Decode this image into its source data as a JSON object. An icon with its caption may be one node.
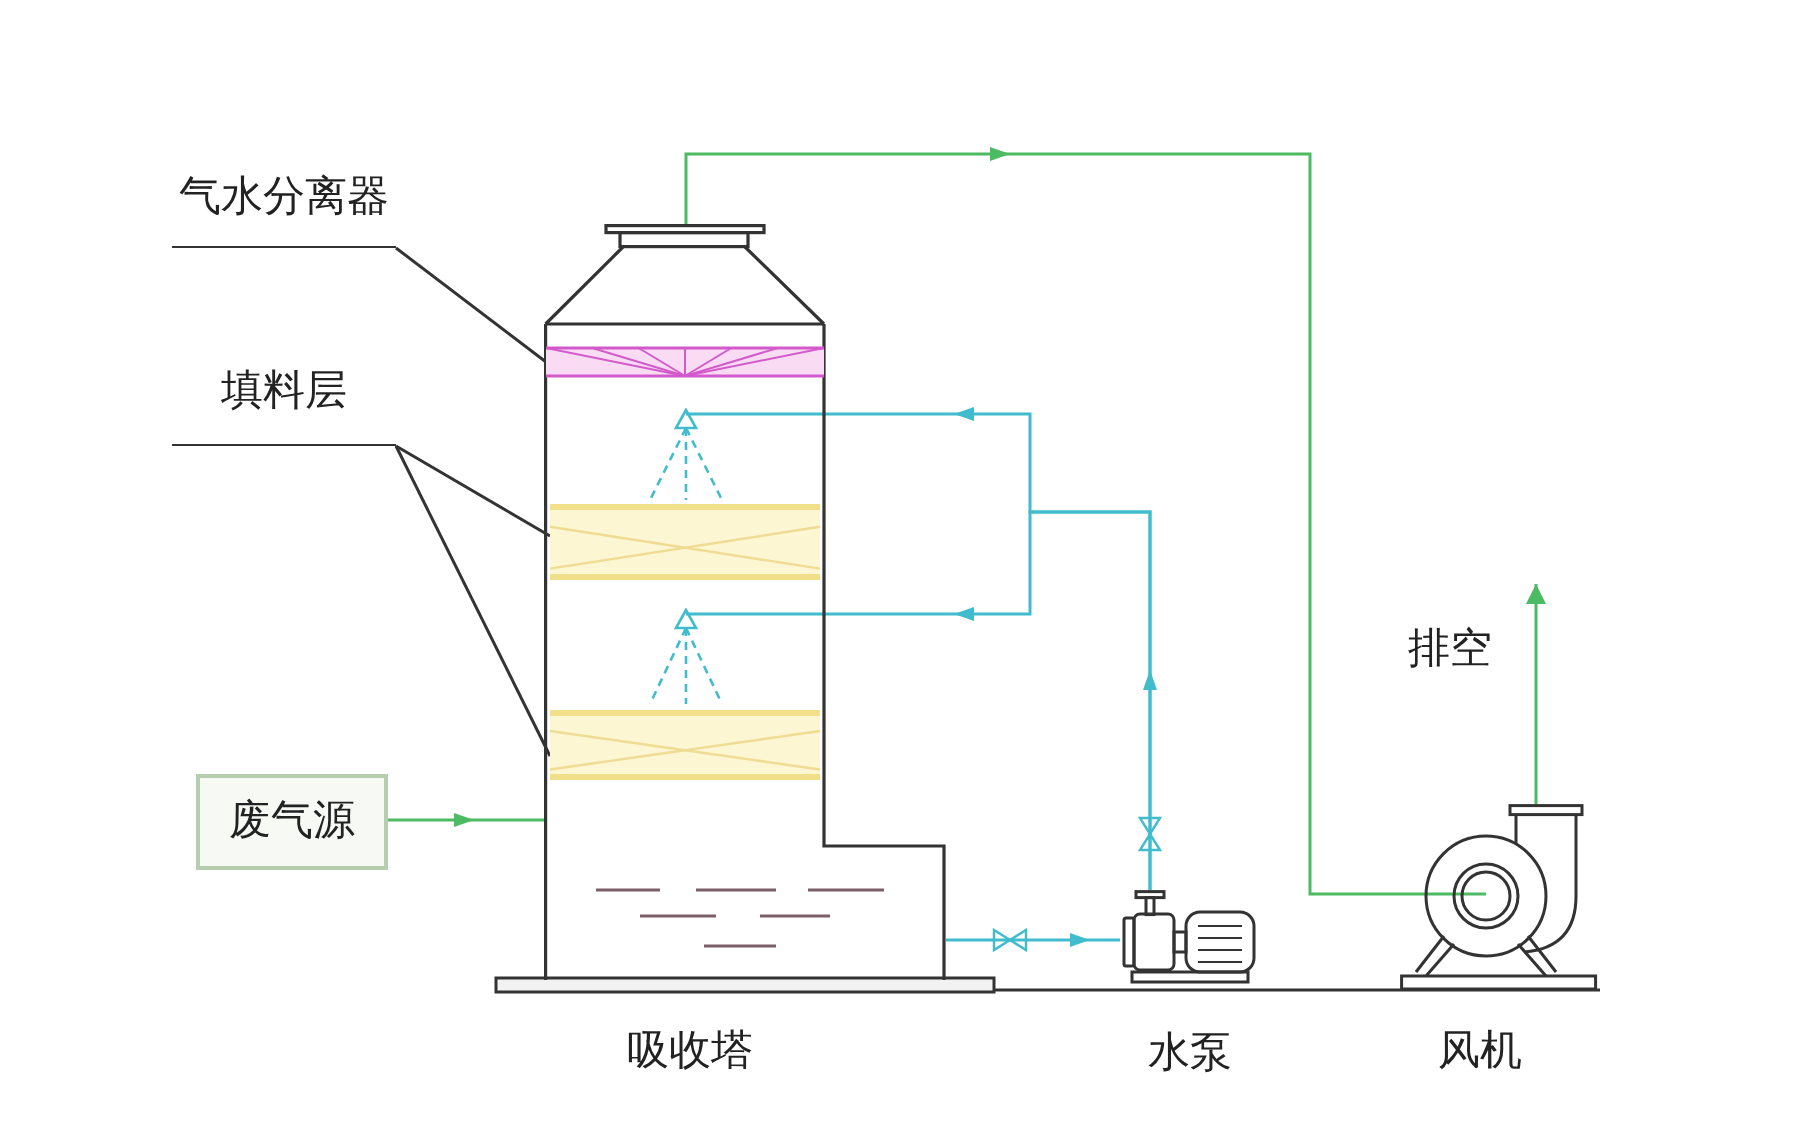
{
  "diagram": {
    "nodes": [
      {
        "text": [
          "气水分离器"
        ]
      },
      {
        "text": [
          "填料层"
        ]
      },
      {
        "text": [
          "废气源"
        ]
      },
      {
        "text": [
          "吸收塔"
        ]
      },
      {
        "text": [],
        "shape": "bar",
        "in": 3
      },
      {
        "text": [],
        "shape": "triangle",
        "in": 3
      },
      {
        "text": [],
        "shape": "bar",
        "in": 3
      },
      {
        "text": [],
        "shape": "triangle",
        "in": 3
      },
      {
        "text": [],
        "shape": "bar",
        "in": 3
      },
      {
        "text": [
          "水泵"
        ]
      },
      {
        "text": [
          "风机"
        ]
      }
    ],
    "edges": [
      {
        "from": 2,
        "to": 3,
        "arrow": "to",
        "color": "#4cbb63"
      },
      {
        "from": 3,
        "to": 10,
        "arrow": "to",
        "color": "#4cbb63"
      },
      {
        "from": 3,
        "to": 9,
        "arrow": "to",
        "color": "#41bccd"
      },
      {
        "from": 9,
        "to": 5,
        "arrow": "to",
        "color": "#41bccd"
      },
      {
        "from": 9,
        "to": 7,
        "arrow": "to",
        "color": "#41bccd"
      },
      {
        "from": 10,
        "to": null,
        "arrow": "to",
        "color": "#4cbb63",
        "label": "排空"
      },
      {
        "from": 0,
        "to": 4,
        "arrow": "none",
        "color": "#333333"
      },
      {
        "from": 1,
        "to": 6,
        "arrow": "none",
        "color": "#333333"
      },
      {
        "from": 1,
        "to": 8,
        "arrow": "none",
        "color": "#333333"
      }
    ]
  }
}
